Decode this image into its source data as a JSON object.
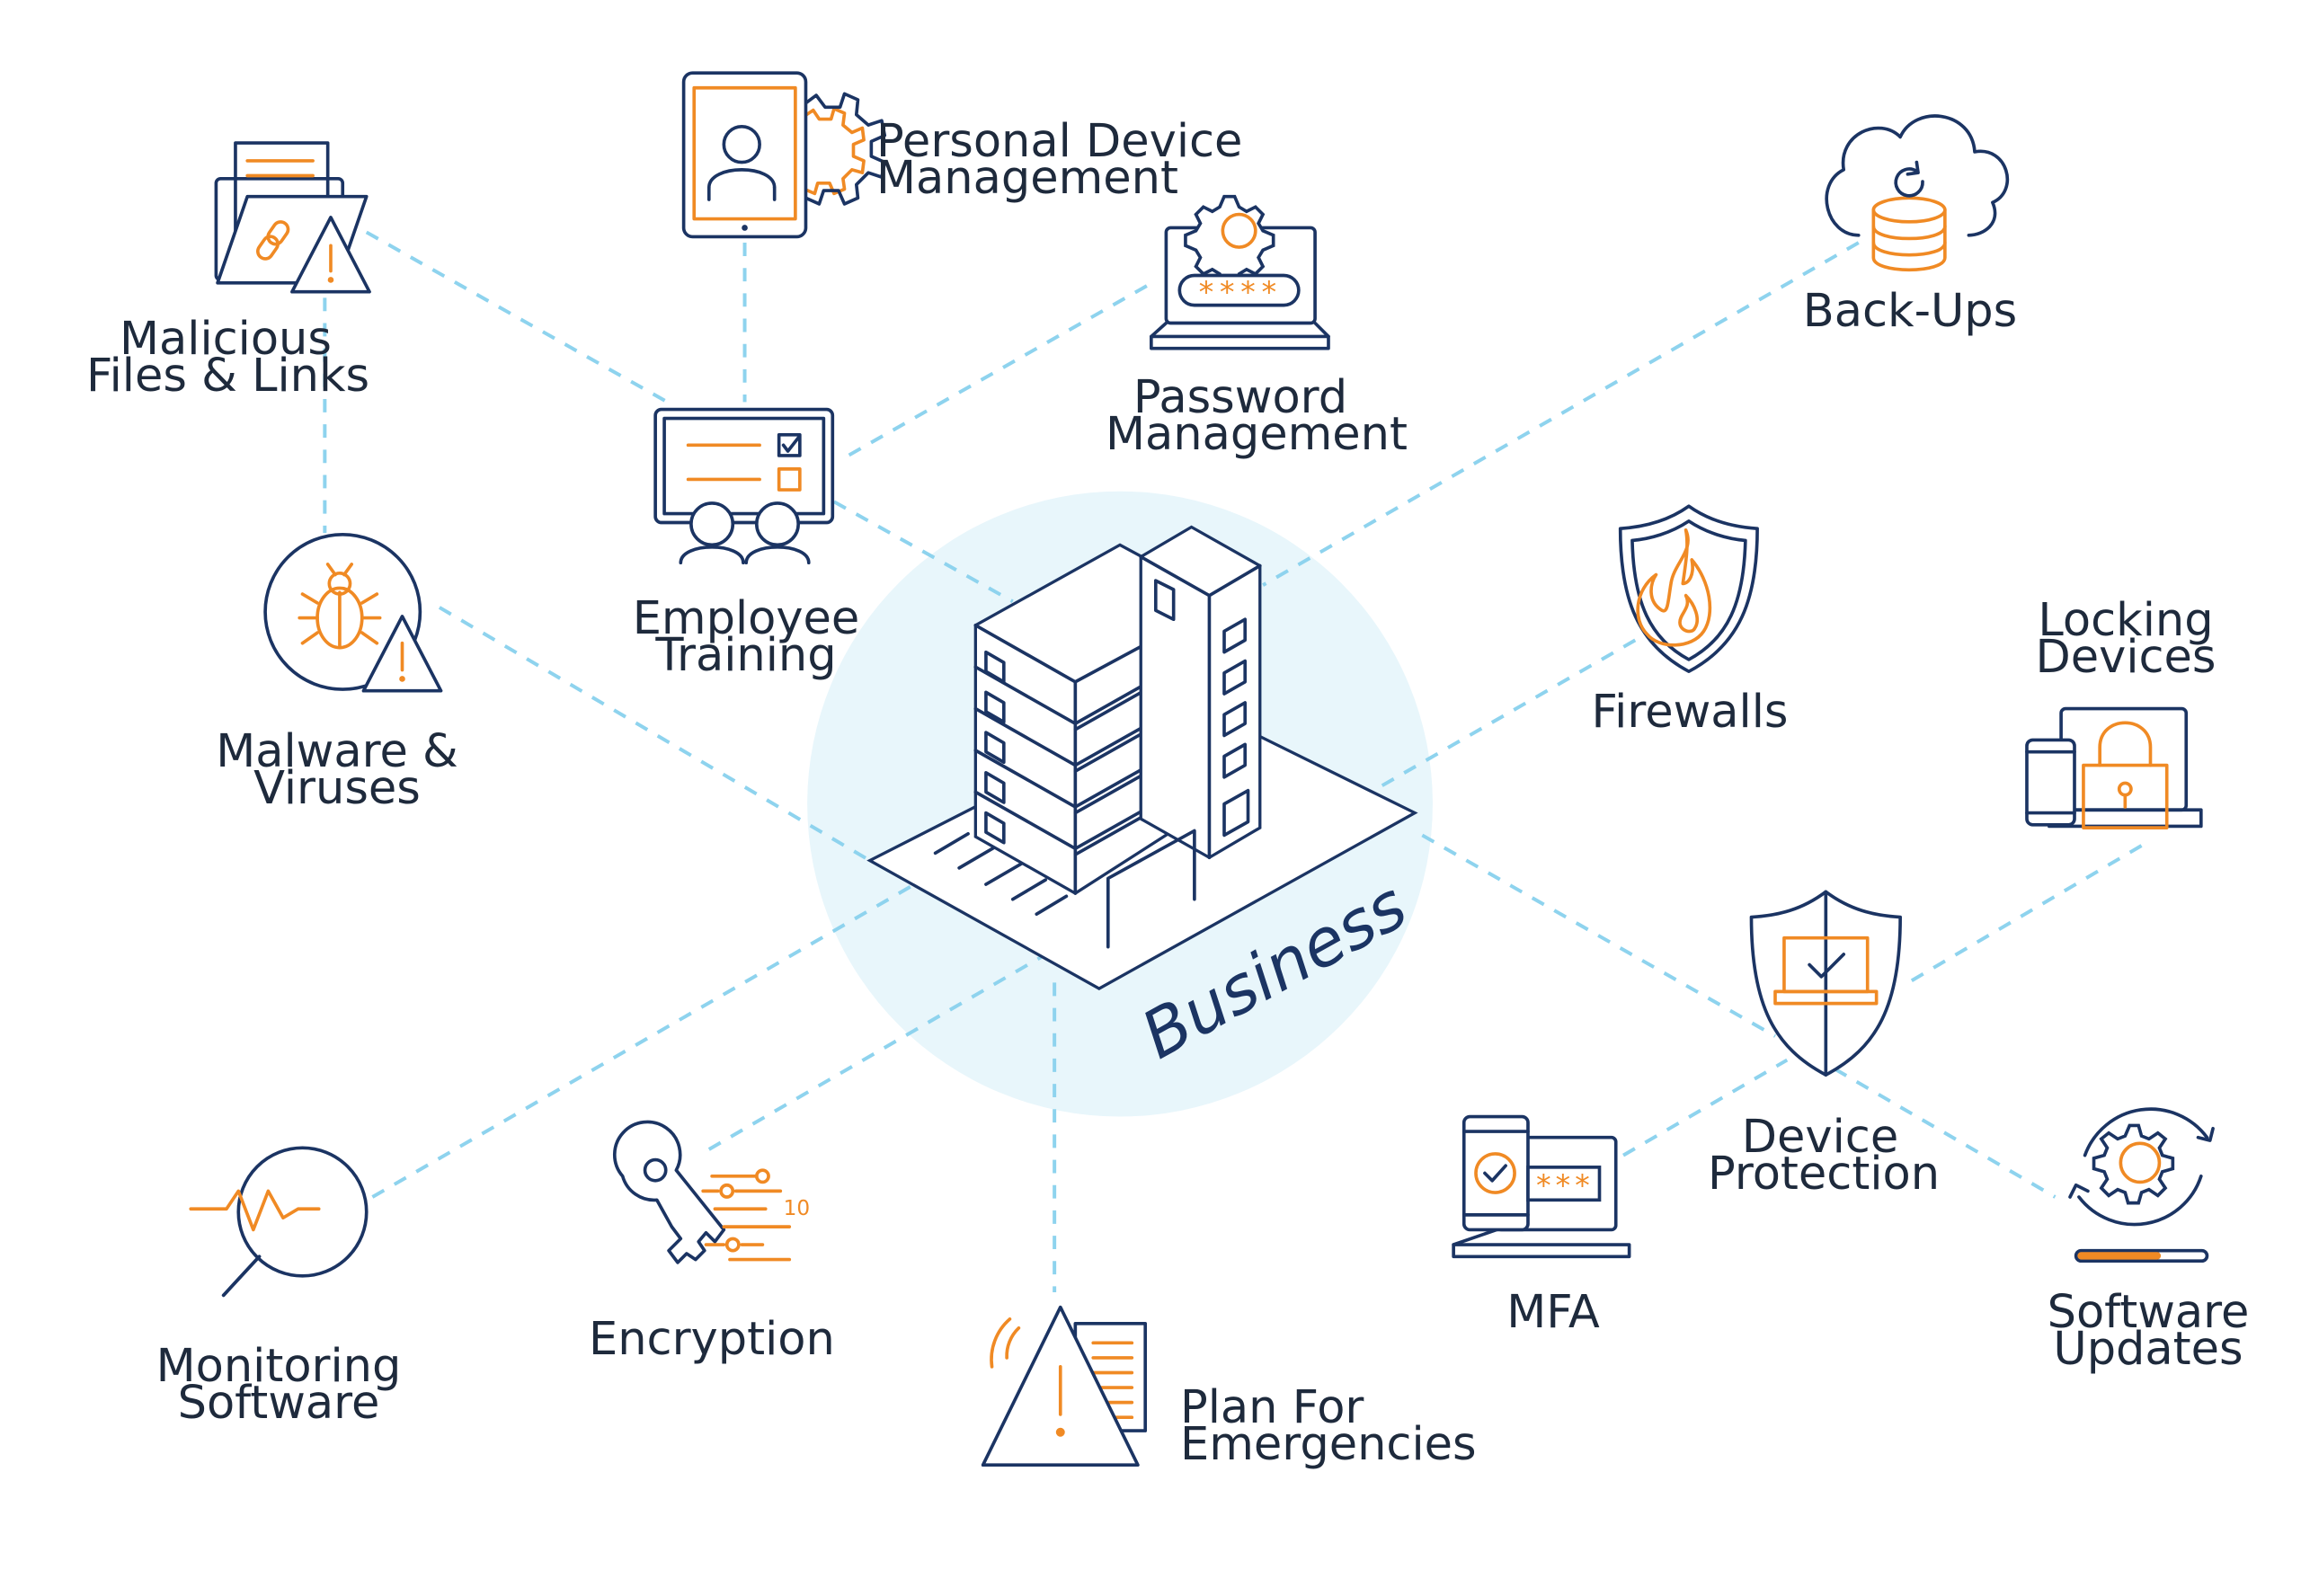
{
  "center": {
    "label": "Business"
  },
  "nodes": {
    "malicious_files": {
      "lines": [
        "Malicious",
        "Files & Links"
      ]
    },
    "personal_device": {
      "lines": [
        "Personal Device",
        "Management"
      ]
    },
    "password_mgmt": {
      "lines": [
        "Password",
        "Management"
      ]
    },
    "backups": {
      "lines": [
        "Back-Ups"
      ]
    },
    "employee_training": {
      "lines": [
        "Employee",
        "Training"
      ]
    },
    "malware": {
      "lines": [
        "Malware &",
        "Viruses"
      ]
    },
    "firewalls": {
      "lines": [
        "Firewalls"
      ]
    },
    "locking_devices": {
      "lines": [
        "Locking",
        "Devices"
      ]
    },
    "device_protection": {
      "lines": [
        "Device",
        "Protection"
      ]
    },
    "mfa": {
      "lines": [
        "MFA"
      ]
    },
    "software_updates": {
      "lines": [
        "Software",
        "Updates"
      ]
    },
    "monitoring": {
      "lines": [
        "Monitoring",
        "Software"
      ]
    },
    "encryption": {
      "lines": [
        "Encryption"
      ]
    },
    "plan_emergencies": {
      "lines": [
        "Plan For",
        "Emergencies"
      ]
    }
  },
  "icon_glyphs": {
    "password_dots": "****",
    "mfa_dots": "***",
    "encryption_bits": "10"
  },
  "icons": {
    "malicious_files": "file-link-warning-icon",
    "personal_device": "tablet-user-gear-icon",
    "password_mgmt": "laptop-password-gear-icon",
    "backups": "cloud-database-icon",
    "employee_training": "monitor-checklist-people-icon",
    "malware": "bug-warning-icon",
    "firewalls": "shield-flame-icon",
    "locking_devices": "devices-padlock-icon",
    "device_protection": "shield-laptop-check-icon",
    "mfa": "phone-laptop-password-icon",
    "software_updates": "gear-refresh-progress-icon",
    "monitoring": "magnifier-pulse-icon",
    "encryption": "key-data-icon",
    "plan_emergencies": "warning-alert-document-icon",
    "center": "office-building-icon"
  },
  "colors": {
    "navy": "#1b3463",
    "orange": "#f08a24",
    "link": "#8ed3ee",
    "center_circle": "#e8f6fb",
    "text": "#1e2a3c"
  }
}
